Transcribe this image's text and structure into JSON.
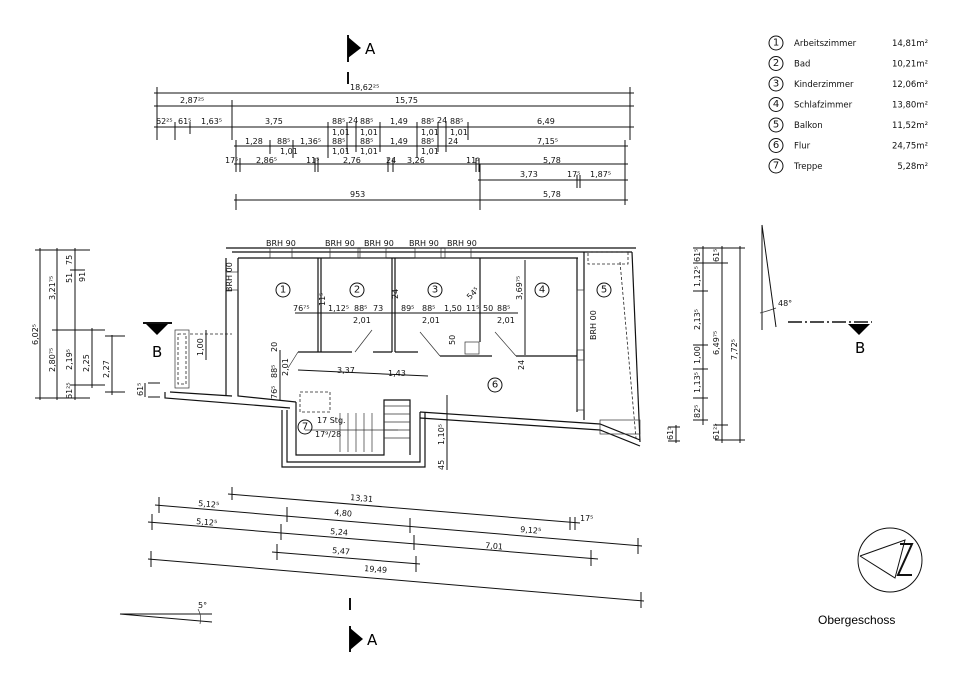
{
  "legend": [
    {
      "no": "1",
      "name": "Arbeitszimmer",
      "area": "14,81m²"
    },
    {
      "no": "2",
      "name": "Bad",
      "area": "10,21m²"
    },
    {
      "no": "3",
      "name": "Kinderzimmer",
      "area": "12,06m²"
    },
    {
      "no": "4",
      "name": "Schlafzimmer",
      "area": "13,80m²"
    },
    {
      "no": "5",
      "name": "Balkon",
      "area": "11,52m²"
    },
    {
      "no": "6",
      "name": "Flur",
      "area": "24,75m²"
    },
    {
      "no": "7",
      "name": "Treppe",
      "area": "5,28m²"
    }
  ],
  "section_labels": {
    "a": "A",
    "b": "B"
  },
  "floor_title": "Obergeschoss",
  "windows": {
    "brh90": "BRH 90",
    "brh00": "BRH 00"
  },
  "stairs": {
    "steps": "17 Stg.",
    "rise": "17⁹/28"
  },
  "angles": {
    "north": "48°",
    "skew": "5°"
  },
  "dims": {
    "top": [
      "18,62²⁵",
      "2,87²⁵",
      "15,75",
      "62²⁵",
      "61⁵",
      "1,63⁵",
      "3,75",
      "88⁵",
      "24",
      "88⁵",
      "1,49",
      "88⁵",
      "24",
      "88⁵",
      "6,49",
      "1,01",
      "1,01",
      "1,01",
      "1,01",
      "1,28",
      "88⁵",
      "1,36⁵",
      "88⁵",
      "88⁵",
      "1,49",
      "88⁵",
      "24",
      "7,15⁵",
      "1,01",
      "1,01",
      "1,01",
      "1,01",
      "17⁵",
      "2,86⁵",
      "11⁵",
      "2,76",
      "24",
      "3,26",
      "11⁵",
      "5,78",
      "3,73",
      "17⁵",
      "1,87⁵",
      "953",
      "5,78"
    ],
    "plan": [
      "76⁷⁵",
      "11⁵",
      "1,12⁵",
      "88⁵",
      "73",
      "24",
      "89⁵",
      "88⁵",
      "1,50",
      "11⁵",
      "50",
      "88⁵",
      "2,01",
      "2,01",
      "2,01",
      "54⁵",
      "3,69⁷⁵",
      "24",
      "50",
      "3,37",
      "1,43",
      "20",
      "88⁵",
      "2,01",
      "76⁵",
      "1,10⁵",
      "45",
      "1,00"
    ],
    "left": [
      "6,02⁵",
      "3,21⁷⁵",
      "2,80⁷⁵",
      "51",
      "75",
      "91",
      "2,19⁵",
      "61²⁵",
      "2,25",
      "2,27",
      "61⁵"
    ],
    "right": [
      "61⁵",
      "61⁵",
      "1,12⁵",
      "2,13⁵",
      "1,00",
      "1,13⁵",
      "82⁵",
      "6,49⁷⁵",
      "7,72⁵",
      "61²⁵",
      "61⁵"
    ],
    "bottom": [
      "13,31",
      "17⁵",
      "5,12⁵",
      "4,80",
      "9,12⁵",
      "5,12⁵",
      "5,24",
      "7,01",
      "5,47",
      "19,49"
    ]
  }
}
